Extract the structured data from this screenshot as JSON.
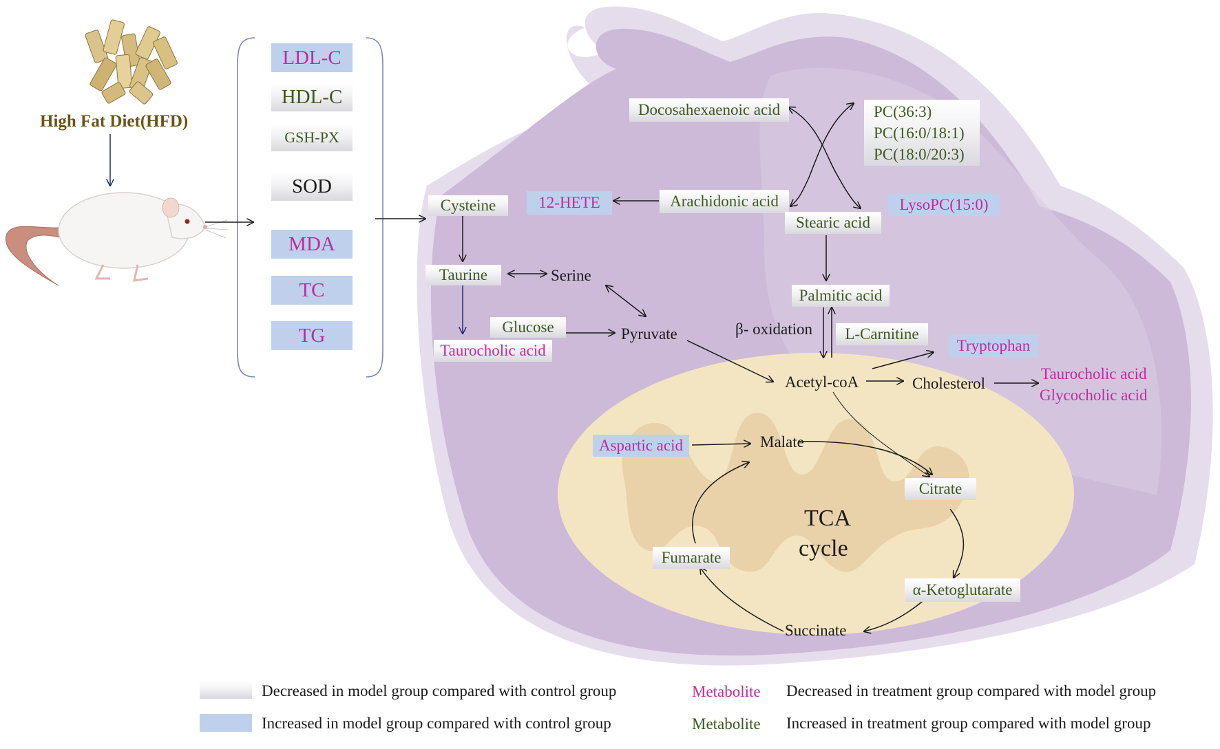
{
  "colors": {
    "decreased_model_bg": "#e0e0e4",
    "increased_model_bg": "#bed0ec",
    "decreased_treatment_text": "#c02b9e",
    "increased_treatment_text": "#3c5a1f",
    "cell_fill": "#d6c6df",
    "mitochondrion_fill": "#f4e5c2",
    "cristae_fill": "#e8cfa6",
    "hfd_title": "#6b5418"
  },
  "diet": {
    "title": "High Fat Diet(HFD)"
  },
  "indicators": [
    {
      "label": "LDL-C",
      "bg": "increased",
      "text": "decreased"
    },
    {
      "label": "HDL-C",
      "bg": "decreased",
      "text": "increased"
    },
    {
      "label": "GSH-PX",
      "bg": "decreased",
      "text": "increased"
    },
    {
      "label": "SOD",
      "bg": "decreased",
      "text": "neutral"
    },
    {
      "label": "MDA",
      "bg": "increased",
      "text": "decreased"
    },
    {
      "label": "TC",
      "bg": "increased",
      "text": "decreased"
    },
    {
      "label": "TG",
      "bg": "increased",
      "text": "decreased"
    }
  ],
  "metabolites": {
    "docosahexaenoic_acid": "Docosahexaenoic acid",
    "pc_1": "PC(36:3)",
    "pc_2": "PC(16:0/18:1)",
    "pc_3": "PC(18:0/20:3)",
    "cysteine": "Cysteine",
    "hete_12": "12-HETE",
    "arachidonic_acid": "Arachidonic acid",
    "lysopc": "LysoPC(15:0)",
    "stearic_acid": "Stearic acid",
    "taurine": "Taurine",
    "serine": "Serine",
    "palmitic_acid": "Palmitic acid",
    "glucose": "Glucose",
    "pyruvate": "Pyruvate",
    "beta_oxidation": "β- oxidation",
    "l_carnitine": "L-Carnitine",
    "tryptophan": "Tryptophan",
    "taurocholic_acid_left": "Taurocholic acid",
    "acetyl_coa": "Acetyl-coA",
    "cholesterol": "Cholesterol",
    "taurocholic_acid_right": "Taurocholic acid",
    "glycocholic_acid": "Glycocholic acid",
    "aspartic_acid": "Aspartic acid",
    "malate": "Malate",
    "citrate": "Citrate",
    "fumarate": "Fumarate",
    "ketoglutarate": "α-Ketoglutarate",
    "succinate": "Succinate",
    "tca_line1": "TCA",
    "tca_line2": "cycle"
  },
  "legend": {
    "decreased_model": "Decreased in model group compared with control group",
    "increased_model": "Increased in model group compared with control group",
    "metabolite_word_1": "Metabolite",
    "metabolite_word_2": "Metabolite",
    "decreased_treatment": "Decreased in treatment group compared with model group",
    "increased_treatment": "Increased in treatment group compared with model group"
  }
}
